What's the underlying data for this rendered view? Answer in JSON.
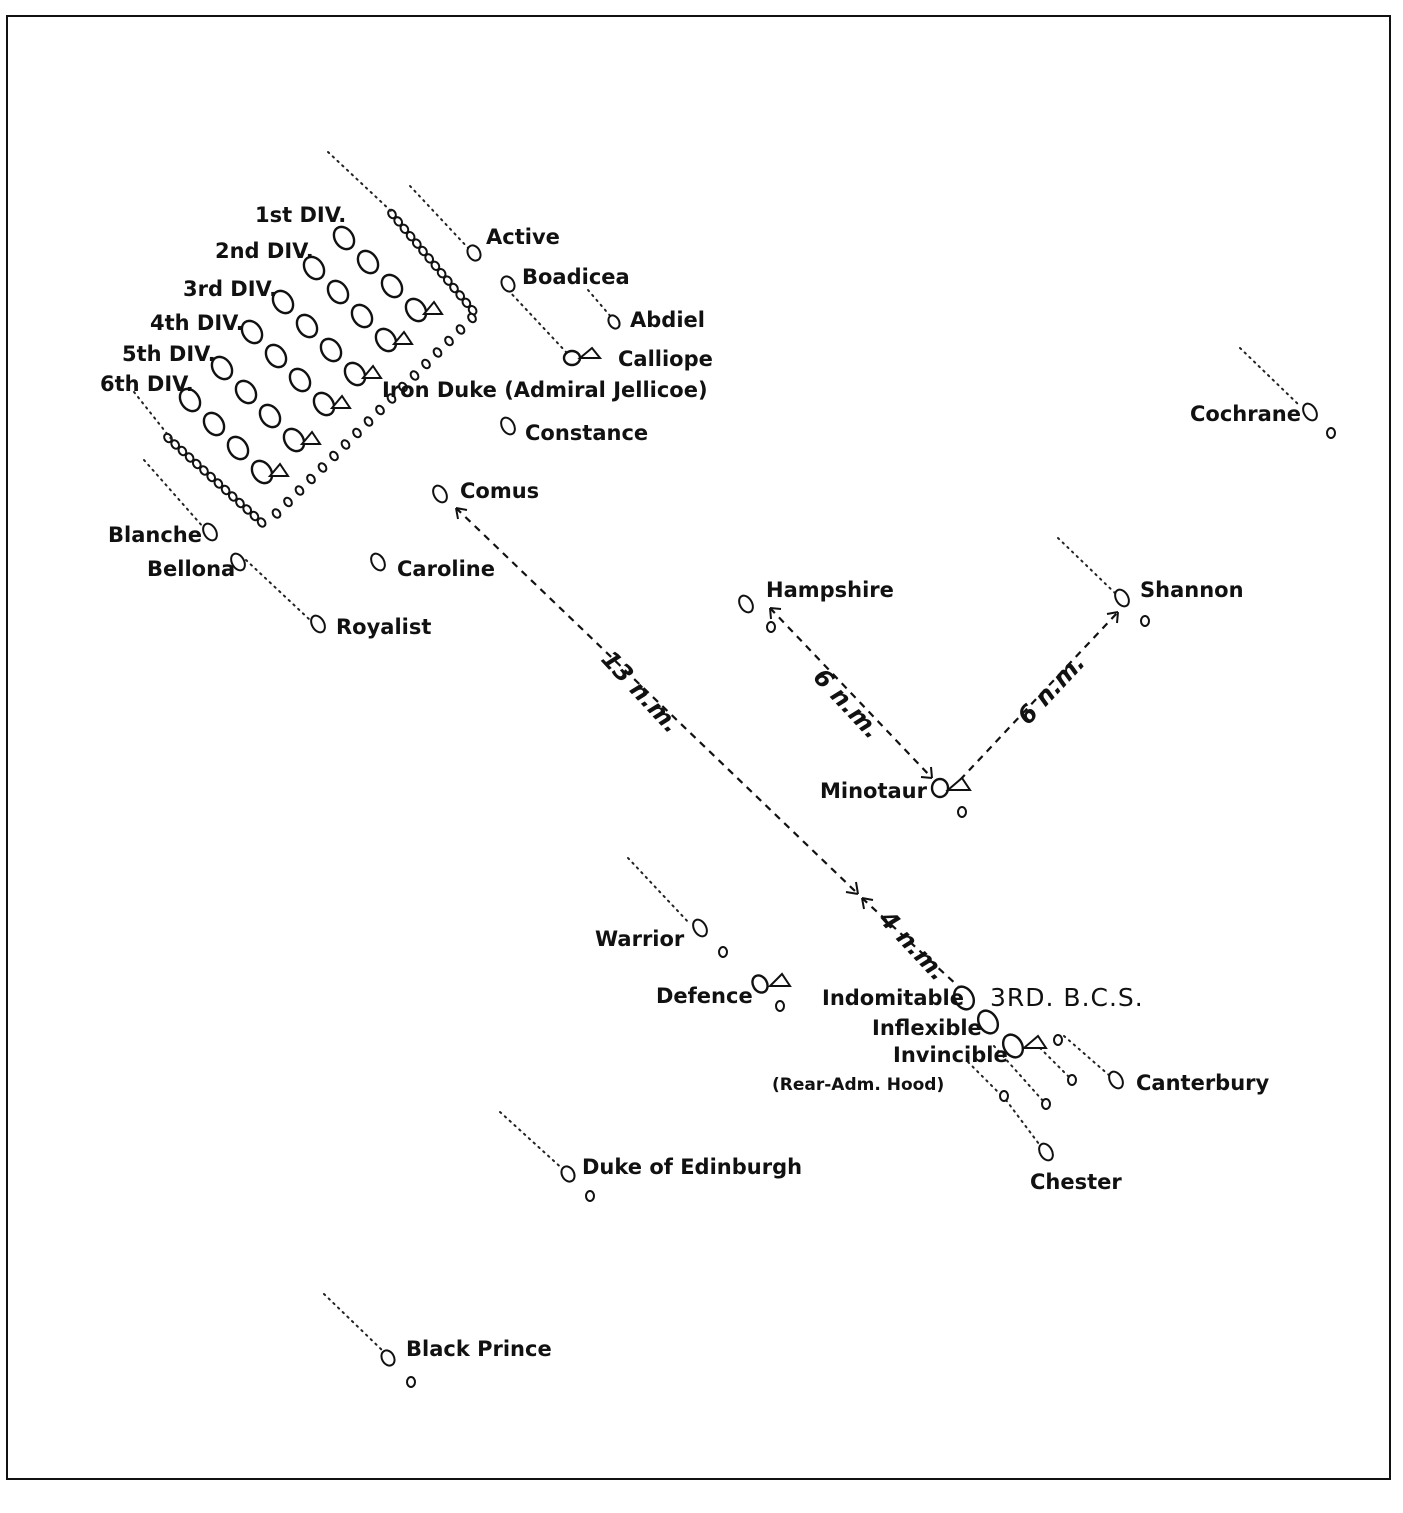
{
  "divisions": [
    "1st DIV.",
    "2nd DIV.",
    "3rd DIV.",
    "4th DIV.",
    "5th DIV.",
    "6th DIV."
  ],
  "flagship": "Iron Duke (Admiral Jellicoe)",
  "ships": {
    "active": "Active",
    "boadicea": "Boadicea",
    "abdiel": "Abdiel",
    "calliope": "Calliope",
    "constance": "Constance",
    "comus": "Comus",
    "blanche": "Blanche",
    "bellona": "Bellona",
    "caroline": "Caroline",
    "royalist": "Royalist",
    "cochrane": "Cochrane",
    "hampshire": "Hampshire",
    "shannon": "Shannon",
    "minotaur": "Minotaur",
    "warrior": "Warrior",
    "defence": "Defence",
    "indomitable": "Indomitable",
    "inflexible": "Inflexible",
    "invincible": "Invincible",
    "hood_note": "(Rear-Adm. Hood)",
    "canterbury": "Canterbury",
    "chester": "Chester",
    "duke_of_edinburgh": "Duke of Edinburgh",
    "black_prince": "Black Prince"
  },
  "squadron_label": "3RD. B.C.S.",
  "distances": {
    "comus_to_3bcs": "13 n.m.",
    "to_invincible": "4 n.m.",
    "hampshire_to_minotaur": "6 n.m.",
    "minotaur_to_shannon": "6 n.m."
  }
}
